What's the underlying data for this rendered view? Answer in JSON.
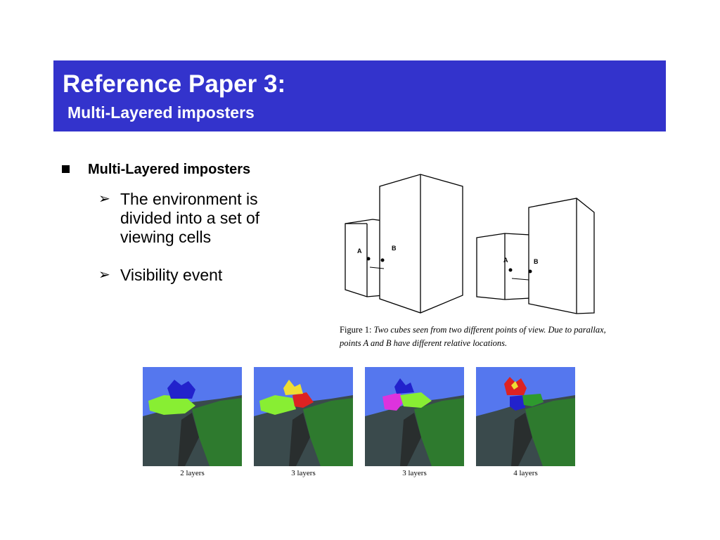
{
  "title": {
    "main": "Reference Paper 3:",
    "sub": "Multi-Layered imposters"
  },
  "bullets": {
    "level1": "Multi-Layered imposters",
    "items": [
      "The environment is divided into a set of viewing cells",
      "Visibility event"
    ]
  },
  "figure1": {
    "labels": [
      "A",
      "B",
      "A",
      "B"
    ],
    "caption_label": "Figure 1:",
    "caption_text": "Two cubes seen from two different points of view. Due to parallax, points A and B have different relative locations."
  },
  "thumbnails": [
    {
      "label": "2 layers"
    },
    {
      "label": "3 layers"
    },
    {
      "label": "3 layers"
    },
    {
      "label": "4 layers"
    }
  ],
  "colors": {
    "title_bar": "#3333cc",
    "sky": "#5577ee",
    "terrain_dark": "#3a4a4c",
    "terrain_green": "#2e7a2e",
    "layer_lime": "#88ee33",
    "layer_red": "#dd2222",
    "layer_blue": "#2222cc",
    "layer_magenta": "#dd33dd"
  }
}
